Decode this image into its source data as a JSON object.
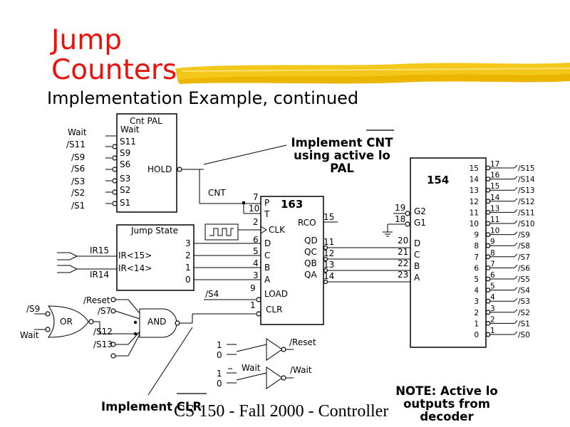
{
  "title": {
    "line1": "Jump",
    "line2": "Counters"
  },
  "subtitle": "Implementation Example, continued",
  "footer": "CS 150 - Fall 2000 - Controller",
  "notes": {
    "cnt_l1_a": "Implement ",
    "cnt_l1_b": "CNT",
    "cnt_l2": "using active lo",
    "cnt_l3": "PAL",
    "clr_a": "Implement ",
    "clr_b": "CLR",
    "decoder_l1": "NOTE: Active lo",
    "decoder_l2": "outputs from",
    "decoder_l3": "decoder"
  },
  "cnt_pal": {
    "title": "Cnt PAL",
    "inputs": [
      "Wait",
      "S11",
      "S9",
      "S6",
      "S3",
      "S2",
      "S1"
    ],
    "output": "HOLD",
    "signals": [
      "Wait",
      "/S11",
      "/S9",
      "/S6",
      "/S3",
      "/S2",
      "/S1"
    ]
  },
  "jump_state": {
    "title": "Jump State",
    "inputs": [
      "IR<15>",
      "IR<14>"
    ],
    "signals": [
      "IR15",
      "IR14"
    ],
    "outputs": [
      "3",
      "2",
      "1",
      "0"
    ]
  },
  "counter_163": {
    "title": "163",
    "left_pins": [
      "P",
      "T",
      "CLK",
      "D",
      "C",
      "B",
      "A",
      "LOAD",
      "CLR"
    ],
    "left_nums": [
      "7",
      "10",
      "2",
      "6",
      "5",
      "4",
      "3",
      "9",
      "1"
    ],
    "rco": "RCO",
    "rco_num": "15",
    "outputs": [
      "QD",
      "QC",
      "QB",
      "QA"
    ],
    "output_nums": [
      "11",
      "12",
      "13",
      "14"
    ],
    "cnt_signal": "CNT",
    "load_signal": "/S4"
  },
  "decoder_154": {
    "title": "154",
    "enables": [
      "G2",
      "G1"
    ],
    "enable_nums": [
      "19",
      "18"
    ],
    "inputs": [
      "D",
      "C",
      "B",
      "A"
    ],
    "input_nums": [
      "20",
      "21",
      "22",
      "23"
    ],
    "outputs": [
      "15",
      "14",
      "13",
      "12",
      "11",
      "10",
      "9",
      "8",
      "7",
      "6",
      "5",
      "4",
      "3",
      "2",
      "1",
      "0"
    ],
    "output_pins": [
      "17",
      "16",
      "15",
      "14",
      "13",
      "11",
      "10",
      "9",
      "8",
      "7",
      "6",
      "5",
      "4",
      "3",
      "2",
      "1"
    ],
    "signals": [
      "/S15",
      "/S14",
      "/S13",
      "/S12",
      "/S11",
      "/S10",
      "/S9",
      "/S8",
      "/S7",
      "/S6",
      "/S5",
      "/S4",
      "/S3",
      "/S2",
      "/S1",
      "/S0"
    ]
  },
  "gates": {
    "or_label": "OR",
    "and_label": "AND",
    "or_inputs": [
      "/S9",
      "Wait"
    ],
    "and_inputs": [
      "/Reset",
      "/S7",
      "/S12",
      "/S13"
    ]
  },
  "switches": [
    {
      "hi": "1",
      "lo": "0",
      "label": "/Reset"
    },
    {
      "hi": "1",
      "lo": "0",
      "label": "/Wait",
      "input": "Wait"
    }
  ]
}
